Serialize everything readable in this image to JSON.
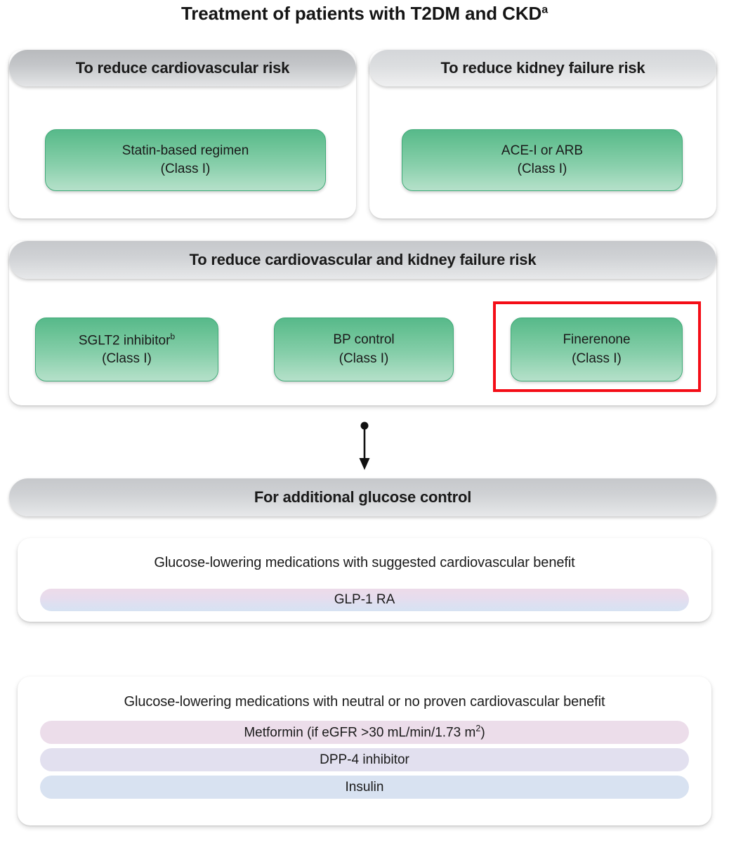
{
  "title": {
    "text": "Treatment of patients with T2DM and CKD",
    "superscript": "a"
  },
  "sections": {
    "cardiovascular": {
      "header": "To reduce cardiovascular risk",
      "treatment": {
        "name": "Statin-based regimen",
        "class": "(Class I)"
      }
    },
    "kidney": {
      "header": "To reduce kidney failure risk",
      "treatment": {
        "name": "ACE-I or ARB",
        "class": "(Class I)"
      }
    },
    "combined": {
      "header": "To reduce cardiovascular and kidney failure risk",
      "treatments": [
        {
          "name": "SGLT2 inhibitor",
          "superscript": "b",
          "class": "(Class I)"
        },
        {
          "name": "BP control",
          "superscript": "",
          "class": "(Class I)"
        },
        {
          "name": "Finerenone",
          "superscript": "",
          "class": "(Class I)",
          "highlighted": true
        }
      ]
    },
    "glucose": {
      "header": "For additional glucose control",
      "benefit_group": {
        "caption": "Glucose-lowering medications with suggested cardiovascular benefit",
        "medications": [
          {
            "label": "GLP-1 RA",
            "color": "pill-glp"
          }
        ]
      },
      "neutral_group": {
        "caption": "Glucose-lowering medications with neutral or no proven cardiovascular benefit",
        "medications": [
          {
            "label_prefix": "Metformin (if eGFR >30 mL/min/1.73 m",
            "label_sup": "2",
            "label_suffix": ")",
            "color": "pill-pink"
          },
          {
            "label": "DPP-4 inhibitor",
            "color": "pill-lav"
          },
          {
            "label": "Insulin",
            "color": "pill-blue"
          }
        ]
      }
    }
  },
  "colors": {
    "highlight_border": "#f40d17",
    "green_top": "#57b98a",
    "green_bottom": "#b5e0ca",
    "gray_header_top": "#b8babd",
    "pill_pink": "#ecddea",
    "pill_lavender": "#e2e0ef",
    "pill_blue": "#d8e2f1"
  }
}
